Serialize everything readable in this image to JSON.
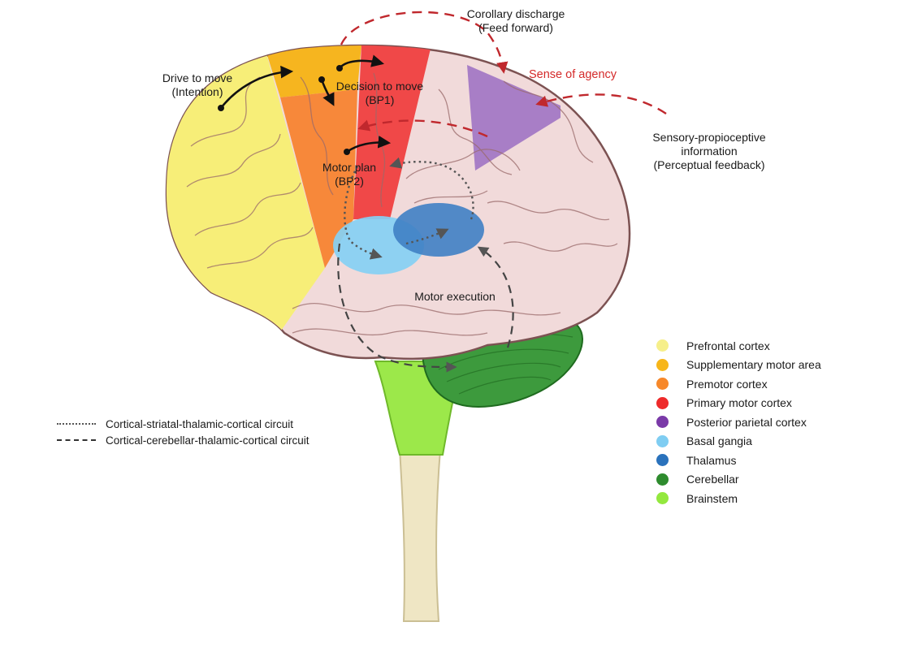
{
  "labels": {
    "drive": [
      "Drive to move",
      "(Intention)"
    ],
    "decision": [
      "Decision to move",
      "(BP1)"
    ],
    "motor_plan": [
      "Motor plan",
      "(BP2)"
    ],
    "corollary": [
      "Corollary discharge",
      "(Feed forward)"
    ],
    "agency": "Sense of agency",
    "sensory": [
      "Sensory-propioceptive",
      "information",
      "(Perceptual feedback)"
    ],
    "execution": "Motor execution"
  },
  "legend": [
    {
      "label": "Prefrontal cortex",
      "color": "#f6ef8a"
    },
    {
      "label": "Supplementary motor area",
      "color": "#f7b61a"
    },
    {
      "label": "Premotor cortex",
      "color": "#f7882a"
    },
    {
      "label": "Primary motor cortex",
      "color": "#ee2a2a"
    },
    {
      "label": "Posterior parietal cortex",
      "color": "#7a3aa8"
    },
    {
      "label": "Basal gangia",
      "color": "#7fcdf2"
    },
    {
      "label": "Thalamus",
      "color": "#2a72bc"
    },
    {
      "label": "Cerebellar",
      "color": "#2e8b2e"
    },
    {
      "label": "Brainstem",
      "color": "#93e83e"
    }
  ],
  "circuits": [
    {
      "label": "Cortical-striatal-thalamic-cortical circuit",
      "style": "dotted"
    },
    {
      "label": "Cortical-cerebellar-thalamic-cortical circuit",
      "style": "dashed"
    }
  ]
}
